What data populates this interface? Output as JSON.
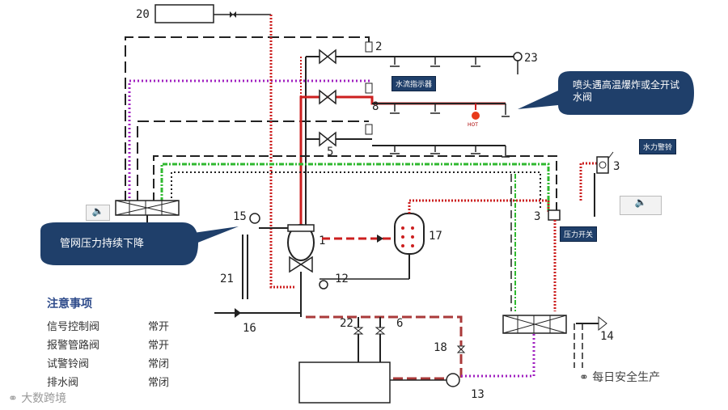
{
  "numbers": {
    "n20": "20",
    "n2": "2",
    "n23": "23",
    "n8": "8",
    "n5": "5",
    "n3a": "3",
    "n3b": "3",
    "n15": "15",
    "n1": "1",
    "n17": "17",
    "n21": "21",
    "n12": "12",
    "n16": "16",
    "n22": "22",
    "n6": "6",
    "n18": "18",
    "n13": "13",
    "n14": "14"
  },
  "hot_label": "HOT",
  "callouts": {
    "sprinkler": "喷头遇高温爆炸或全开试水阀",
    "pressure_drop": "管网压力持续下降"
  },
  "labels": {
    "flow_indicator": "水流指示器",
    "water_alarm_bell": "水力警铃",
    "pressure_switch": "压力开关"
  },
  "notes": {
    "title": "注意事项",
    "rows": [
      {
        "item": "信号控制阀",
        "state": "常开"
      },
      {
        "item": "报警管路阀",
        "state": "常开"
      },
      {
        "item": "试警铃阀",
        "state": "常闭"
      },
      {
        "item": "排水阀",
        "state": "常闭"
      }
    ]
  },
  "watermarks": {
    "left": "大数跨境",
    "right": "每日安全生产"
  },
  "colors": {
    "black_line": "#222222",
    "red_flow": "#cc1f1f",
    "purple_signal": "#a020c0",
    "green_signal": "#2fb82f",
    "callout_fill": "#1f3f6a"
  }
}
